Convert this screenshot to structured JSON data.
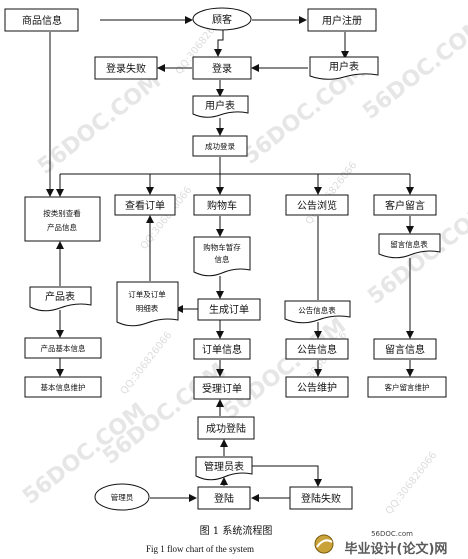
{
  "nodes": {
    "product_info": "商品信息",
    "customer": "顾客",
    "user_register": "用户注册",
    "login_fail": "登录失败",
    "login": "登录",
    "user_table_top": "用户表",
    "user_table": "用户表",
    "login_success": "成功登录",
    "category_query": [
      "按类别查看",
      "产品信息"
    ],
    "view_order": "查看订单",
    "cart": "购物车",
    "notice_browse": "公告浏览",
    "customer_message": "客户留言",
    "cart_temp": [
      "购物车暂存",
      "信息"
    ],
    "message_info_table": "留言信息表",
    "order_detail_table": [
      "订单及订单",
      "明细表"
    ],
    "generate_order": "生成订单",
    "product_table": "产品表",
    "notice_info_table": "公告信息表",
    "product_basic_info": "产品基本信息",
    "order_info": "订单信息",
    "notice_info": "公告信息",
    "message_info": "留言信息",
    "basic_maintain": "基本信息维护",
    "accept_order": "受理订单",
    "notice_maintain": "公告维护",
    "customer_message_maintain": "客户留言维护",
    "login_success_2": "成功登陆",
    "admin_table": "管理员表",
    "admin": "管理员",
    "landing": "登陆",
    "landing_fail": "登陆失败"
  },
  "caption": {
    "cn": "图 1  系统流程图",
    "en": "Fig 1    flow chart of the system"
  },
  "watermarks": {
    "site": "56DOC.COM",
    "qq": "QQ:306826066"
  },
  "logo": {
    "small": "56DOC.com",
    "main": "毕业设计(论文)网"
  }
}
